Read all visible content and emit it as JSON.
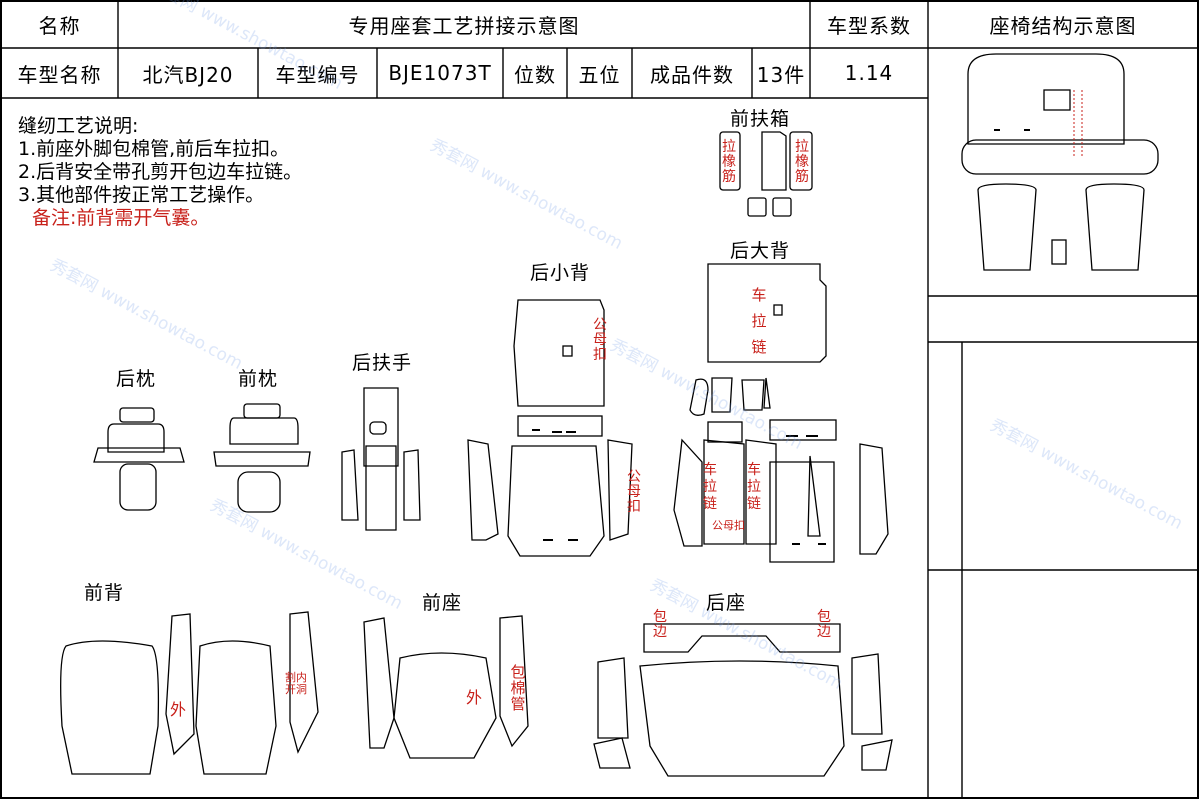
{
  "header": {
    "name_label": "名称",
    "title": "专用座套工艺拼接示意图",
    "coef_label": "车型系数",
    "structure_label": "座椅结构示意图"
  },
  "info": {
    "model_name_label": "车型名称",
    "model_name": "北汽BJ20",
    "model_no_label": "车型编号",
    "model_no": "BJE1073T",
    "seats_label": "位数",
    "seats": "五位",
    "pieces_label": "成品件数",
    "pieces": "13件",
    "coef": "1.14"
  },
  "notes": {
    "title": "缝纫工艺说明:",
    "items": [
      "1.前座外脚包棉管,前后车拉扣。",
      "2.后背安全带孔剪开包边车拉链。",
      "3.其他部件按正常工艺操作。"
    ],
    "remark": "备注:前背需开气囊。"
  },
  "sections": {
    "front_armrest_box": "前扶箱",
    "rear_big_back": "后大背",
    "rear_small_back": "后小背",
    "rear_armrest": "后扶手",
    "rear_pillow": "后枕",
    "front_pillow": "前枕",
    "front_back": "前背",
    "front_seat": "前座",
    "rear_seat": "后座"
  },
  "annotations": {
    "rubber_pull": "拉橡筋",
    "zipper": "车拉链",
    "snap": "公母扣",
    "zipper2": "车拉链",
    "snap_small": "公母扣",
    "outer": "外",
    "inner_cut": "割内开洞",
    "cotton_tube": "包棉管",
    "edging": "包边"
  },
  "watermark": {
    "cn": "秀套网",
    "en": "www.showtao.com"
  }
}
